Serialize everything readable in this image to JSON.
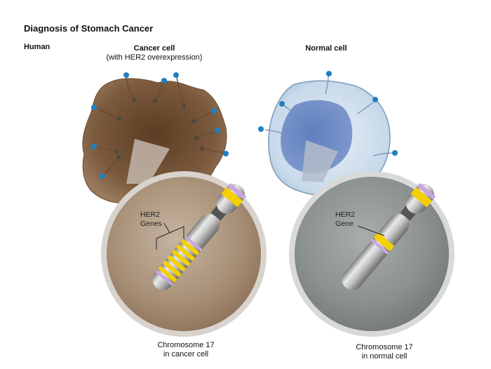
{
  "title": "Diagnosis of Stomach Cancer",
  "species": "Human",
  "cancer": {
    "caption": "Cancer cell",
    "caption_sub": "(with HER2 overexpression)",
    "gene_label_line1": "HER2",
    "gene_label_line2": "Genes",
    "chromosome_caption_line1": "Chromosome 17",
    "chromosome_caption_line2": "in cancer cell"
  },
  "normal": {
    "caption": "Normal cell",
    "gene_label_line1": "HER2",
    "gene_label_line2": "Gene",
    "chromosome_caption_line1": "Chromosome 17",
    "chromosome_caption_line2": "in normal cell"
  },
  "colors": {
    "cancer_cell": "#7a5a3e",
    "normal_cell": "#aac4dc",
    "her2_gene": "#f5d000",
    "receptor": "#1f80c0"
  }
}
